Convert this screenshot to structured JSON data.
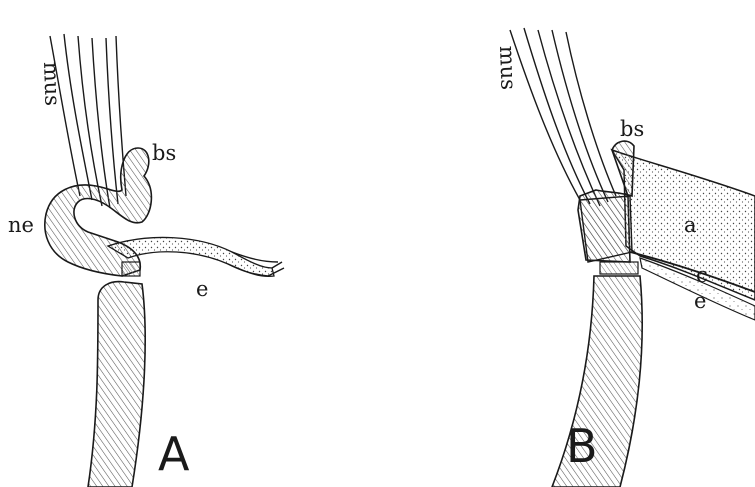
{
  "panels": [
    {
      "id": "A",
      "letter": "A",
      "labels": {
        "mus": "mus",
        "bs": "bs",
        "ne": "ne",
        "e": "e"
      }
    },
    {
      "id": "B",
      "letter": "B",
      "labels": {
        "mus": "mus",
        "bs": "bs",
        "a": "a",
        "c": "c",
        "e": "e"
      }
    }
  ],
  "colors": {
    "ink": "#1a1a1a",
    "hatch": "#555555",
    "stipple": "#444444",
    "paper": "#ffffff"
  }
}
